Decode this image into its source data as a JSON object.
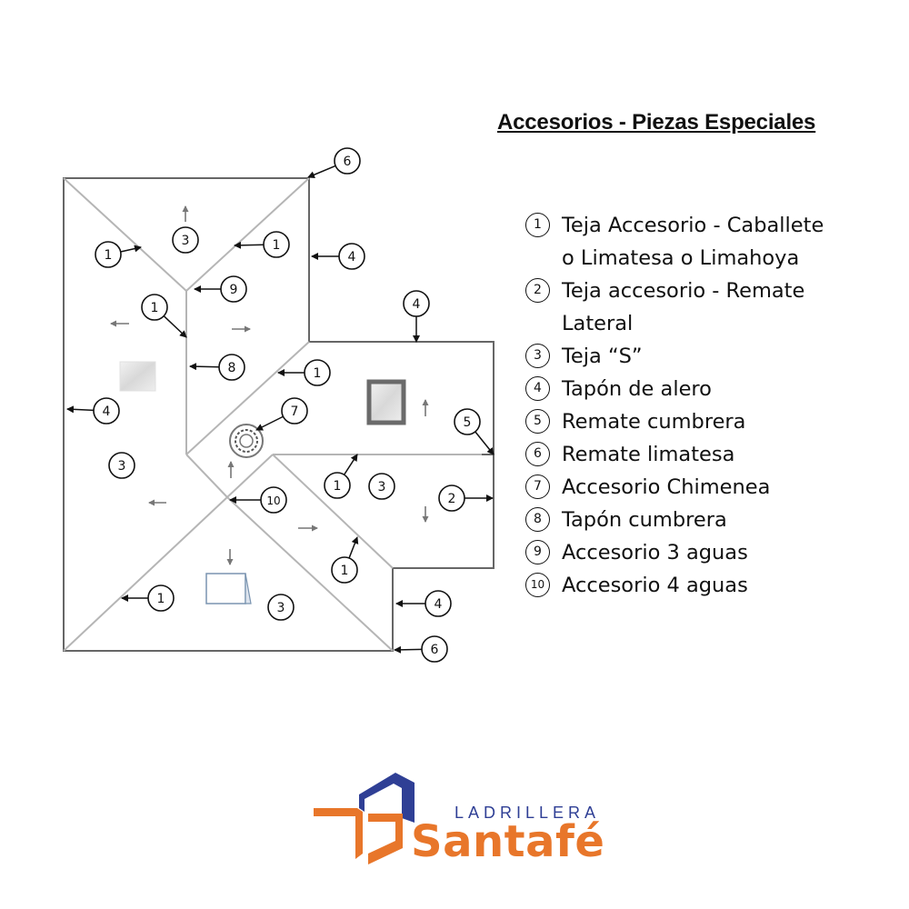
{
  "title": "Accesorios - Piezas Especiales",
  "legend": [
    {
      "num": "1",
      "lines": [
        "Teja Accesorio - Caballete",
        "o Limatesa o Limahoya"
      ]
    },
    {
      "num": "2",
      "lines": [
        "Teja accesorio - Remate",
        "Lateral"
      ]
    },
    {
      "num": "3",
      "lines": [
        "Teja “S”"
      ]
    },
    {
      "num": "4",
      "lines": [
        "Tapón de alero"
      ]
    },
    {
      "num": "5",
      "lines": [
        "Remate cumbrera"
      ]
    },
    {
      "num": "6",
      "lines": [
        "Remate limatesa"
      ]
    },
    {
      "num": "7",
      "lines": [
        "Accesorio Chimenea"
      ]
    },
    {
      "num": "8",
      "lines": [
        "Tapón cumbrera"
      ]
    },
    {
      "num": "9",
      "lines": [
        "Accesorio 3 aguas"
      ]
    },
    {
      "num": "10",
      "lines": [
        "Accesorio 4 aguas"
      ]
    }
  ],
  "callouts": [
    "6",
    "3",
    "1",
    "1",
    "4",
    "9",
    "1",
    "8",
    "1",
    "4",
    "4",
    "7",
    "5",
    "3",
    "1",
    "3",
    "10",
    "2",
    "1",
    "1",
    "3",
    "4",
    "6"
  ],
  "brand": {
    "top": "LADRILLERA",
    "main": "Santafé",
    "blue": "#2f3f95",
    "orange": "#e8762a"
  }
}
